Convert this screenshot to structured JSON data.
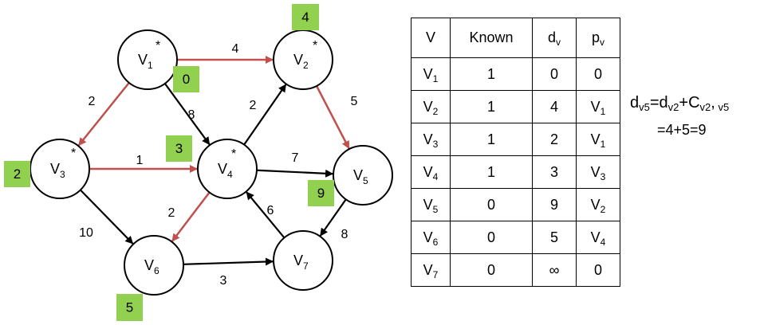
{
  "colors": {
    "tree_edge": "#c0504d",
    "normal_edge": "#000000",
    "distance_badge": "#92d050"
  },
  "graph": {
    "nodes": [
      {
        "id": "v1",
        "label": "V",
        "sub": "1",
        "star": "*",
        "dist": "0"
      },
      {
        "id": "v2",
        "label": "V",
        "sub": "2",
        "star": "*",
        "dist": "4"
      },
      {
        "id": "v3",
        "label": "V",
        "sub": "3",
        "star": "*",
        "dist": "2"
      },
      {
        "id": "v4",
        "label": "V",
        "sub": "4",
        "star": "*",
        "dist": "3"
      },
      {
        "id": "v5",
        "label": "V",
        "sub": "5",
        "star": "",
        "dist": "9"
      },
      {
        "id": "v6",
        "label": "V",
        "sub": "6",
        "star": "",
        "dist": "5"
      },
      {
        "id": "v7",
        "label": "V",
        "sub": "7",
        "star": "",
        "dist": ""
      }
    ],
    "edges": [
      {
        "from": "v1",
        "to": "v2",
        "weight": "4",
        "tree": true
      },
      {
        "from": "v1",
        "to": "v3",
        "weight": "2",
        "tree": true
      },
      {
        "from": "v1",
        "to": "v4",
        "weight": "8",
        "tree": false
      },
      {
        "from": "v4",
        "to": "v2",
        "weight": "2",
        "tree": false
      },
      {
        "from": "v2",
        "to": "v5",
        "weight": "5",
        "tree": true
      },
      {
        "from": "v3",
        "to": "v4",
        "weight": "1",
        "tree": true
      },
      {
        "from": "v4",
        "to": "v5",
        "weight": "7",
        "tree": false
      },
      {
        "from": "v3",
        "to": "v6",
        "weight": "10",
        "tree": false
      },
      {
        "from": "v4",
        "to": "v6",
        "weight": "2",
        "tree": true
      },
      {
        "from": "v7",
        "to": "v4",
        "weight": "6",
        "tree": false
      },
      {
        "from": "v5",
        "to": "v7",
        "weight": "8",
        "tree": false
      },
      {
        "from": "v6",
        "to": "v7",
        "weight": "3",
        "tree": false
      }
    ]
  },
  "table": {
    "headers": [
      {
        "text": "V",
        "sub": ""
      },
      {
        "text": "Known",
        "sub": ""
      },
      {
        "text": "d",
        "sub": "v"
      },
      {
        "text": "p",
        "sub": "v"
      }
    ],
    "rows": [
      {
        "v": "V",
        "v_sub": "1",
        "known": "1",
        "d": "0",
        "p": "0",
        "p_sub": ""
      },
      {
        "v": "V",
        "v_sub": "2",
        "known": "1",
        "d": "4",
        "p": "V",
        "p_sub": "1"
      },
      {
        "v": "V",
        "v_sub": "3",
        "known": "1",
        "d": "2",
        "p": "V",
        "p_sub": "1"
      },
      {
        "v": "V",
        "v_sub": "4",
        "known": "1",
        "d": "3",
        "p": "V",
        "p_sub": "3"
      },
      {
        "v": "V",
        "v_sub": "5",
        "known": "0",
        "d": "9",
        "p": "V",
        "p_sub": "2"
      },
      {
        "v": "V",
        "v_sub": "6",
        "known": "0",
        "d": "5",
        "p": "V",
        "p_sub": "4"
      },
      {
        "v": "V",
        "v_sub": "7",
        "known": "0",
        "d": "∞",
        "p": "0",
        "p_sub": ""
      }
    ]
  },
  "formula": {
    "d": "d",
    "d_sub": "v5",
    "eq": "=d",
    "eq_sub": "v2",
    "plus": "+C",
    "plus_sub": "v2",
    "comma": ",",
    "comma_sub": " v5",
    "line2": "=4+5=9"
  }
}
